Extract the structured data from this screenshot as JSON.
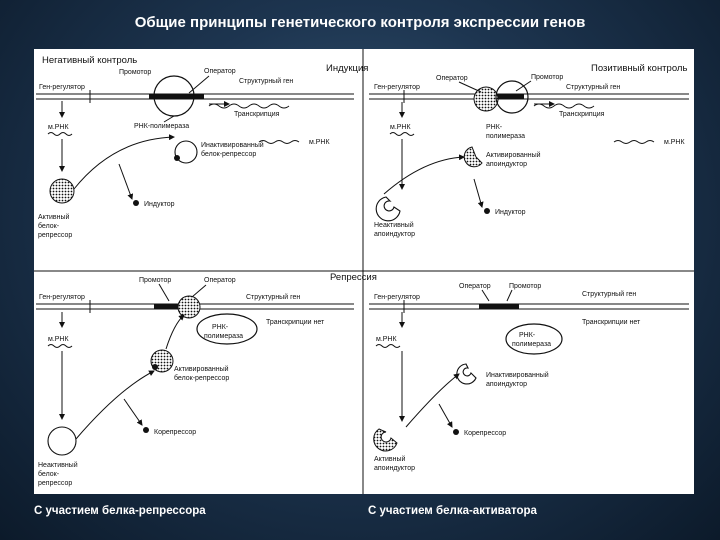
{
  "title": "Общие принципы генетического контроля экспрессии генов",
  "captions": {
    "left": "С участием белка-репрессора",
    "right": "С участием белка-активатора"
  },
  "headers": {
    "negative": "Негативный контроль",
    "positive": "Позитивный контроль",
    "induction": "Индукция",
    "repression": "Репрессия"
  },
  "panels": {
    "top_left": {
      "promoter": "Промотор",
      "operator": "Оператор",
      "structural_gene": "Структурный ген",
      "regulator_gene": "Ген-регулятор",
      "transcription": "Транскрипция",
      "mrna": "м.РНК",
      "rna_polymerase": "РНК-полимераза",
      "inactive_repressor_1": "Инактивированный",
      "inactive_repressor_2": "белок-репрессор",
      "mrna2": "м.РНК",
      "inducer": "Индуктор",
      "active_repressor_1": "Активный",
      "active_repressor_2": "белок-",
      "active_repressor_3": "репрессор"
    },
    "top_right": {
      "operator": "Оператор",
      "promoter": "Промотор",
      "structural_gene": "Структурный ген",
      "regulator_gene": "Ген-регулятор",
      "transcription": "Транскрипция",
      "mrna": "м.РНК",
      "rna_polymerase_1": "РНК-",
      "rna_polymerase_2": "полимераза",
      "mrna2": "м.РНК",
      "active_apoinducer_1": "Активированный",
      "active_apoinducer_2": "апоиндуктор",
      "inducer": "Индуктор",
      "inactive_apoinducer_1": "Неактивный",
      "inactive_apoinducer_2": "апоиндуктор"
    },
    "bottom_left": {
      "promoter": "Промотор",
      "operator": "Оператор",
      "structural_gene": "Структурный ген",
      "regulator_gene": "Ген-регулятор",
      "no_transcription": "Транскрипции нет",
      "mrna": "м.РНК",
      "rna_polymerase_1": "РНК-",
      "rna_polymerase_2": "полимераза",
      "active_repressor_1": "Активированный",
      "active_repressor_2": "белок-репрессор",
      "corepressor": "Корепрессор",
      "inactive_repressor_1": "Неактивный",
      "inactive_repressor_2": "белок-",
      "inactive_repressor_3": "репрессор"
    },
    "bottom_right": {
      "operator": "Оператор",
      "promoter": "Промотор",
      "structural_gene": "Структурный ген",
      "regulator_gene": "Ген-регулятор",
      "no_transcription": "Транскрипции нет",
      "mrna": "м.РНК",
      "rna_polymerase_1": "РНК-",
      "rna_polymerase_2": "полимераза",
      "inactive_apoinducer_1": "Инактивированный",
      "inactive_apoinducer_2": "апоиндуктор",
      "corepressor": "Корепрессор",
      "active_apoinducer_1": "Активный",
      "active_apoinducer_2": "апоиндуктор"
    }
  }
}
